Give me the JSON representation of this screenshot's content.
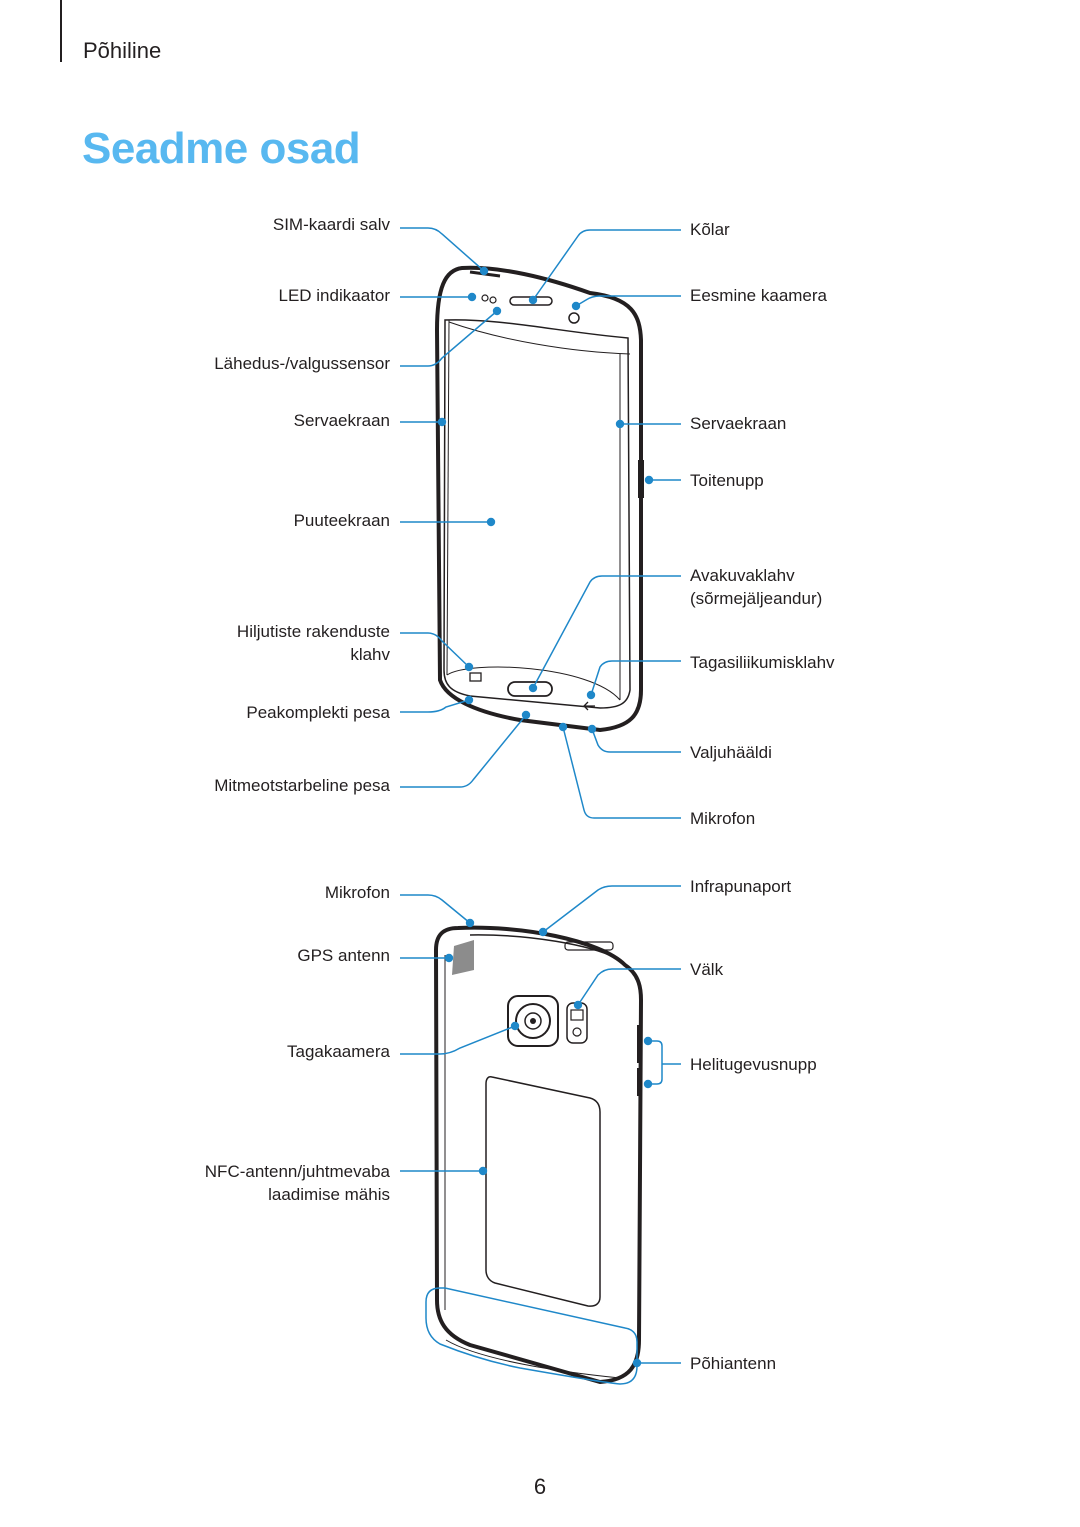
{
  "header": {
    "section": "Põhiline"
  },
  "title": "Seadme osad",
  "front_labels": {
    "left": {
      "sim_tray": "SIM-kaardi salv",
      "led": "LED indikaator",
      "proximity": "Lähedus-/valgussensor",
      "edge_screen": "Servaekraan",
      "touchscreen": "Puuteekraan",
      "recent_apps_1": "Hiljutiste rakenduste",
      "recent_apps_2": "klahv",
      "headset": "Peakomplekti pesa",
      "multipurpose": "Mitmeotstarbeline pesa"
    },
    "right": {
      "earpiece": "Kõlar",
      "front_camera": "Eesmine kaamera",
      "edge_screen": "Servaekraan",
      "power": "Toitenupp",
      "home_1": "Avakuvaklahv",
      "home_2": "(sõrmejäljeandur)",
      "back_key": "Tagasiliikumisklahv",
      "speaker": "Valjuhääldi",
      "microphone": "Mikrofon"
    }
  },
  "back_labels": {
    "left": {
      "microphone": "Mikrofon",
      "gps": "GPS antenn",
      "rear_camera": "Tagakaamera",
      "nfc_1": "NFC-antenn/juhtmevaba",
      "nfc_2": "laadimise mähis"
    },
    "right": {
      "ir": "Infrapunaport",
      "flash": "Välk",
      "volume": "Helitugevusnupp",
      "main_antenna": "Põhiantenn"
    }
  },
  "page_number": "6",
  "colors": {
    "accent": "#58b8f0",
    "callout": "#1f88c9",
    "text": "#231f20"
  }
}
